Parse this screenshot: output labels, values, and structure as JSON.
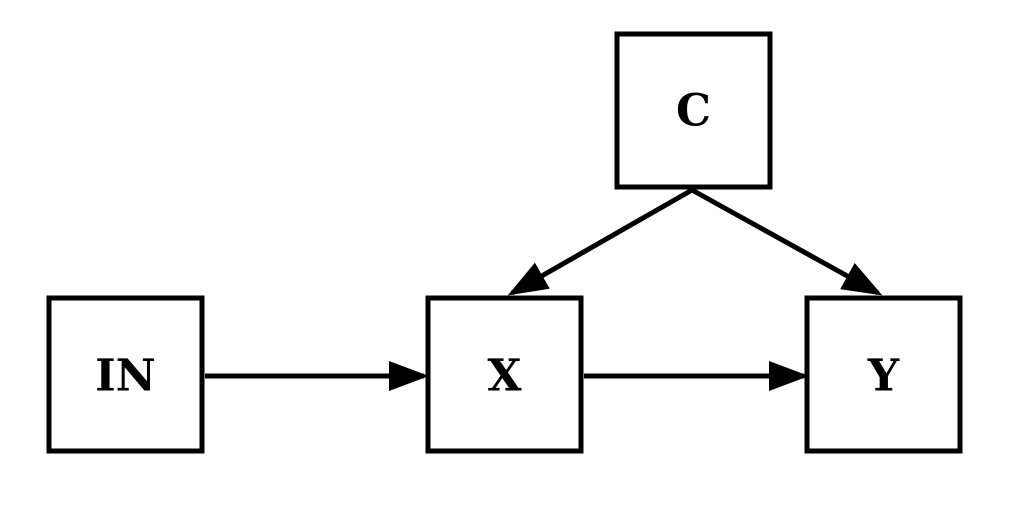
{
  "nodes": {
    "in": {
      "label": "IN"
    },
    "x": {
      "label": "X"
    },
    "y": {
      "label": "Y"
    },
    "c": {
      "label": "C"
    }
  },
  "edges": [
    {
      "from": "IN",
      "to": "X"
    },
    {
      "from": "X",
      "to": "Y"
    },
    {
      "from": "C",
      "to": "X"
    },
    {
      "from": "C",
      "to": "Y"
    }
  ],
  "colors": {
    "stroke": "#000000",
    "fill": "#ffffff"
  }
}
